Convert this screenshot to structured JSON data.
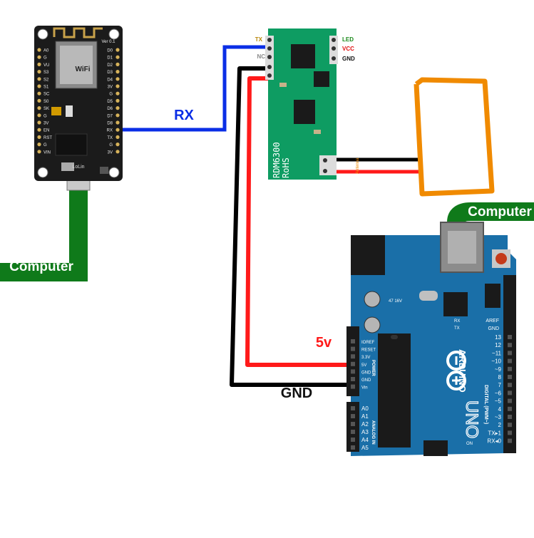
{
  "labels": {
    "rx": "RX",
    "gnd": "GND",
    "v5": "5v",
    "computer_left": "Computer",
    "computer_right": "Computer"
  },
  "rdm6300": {
    "name": "RDM6300",
    "rohs": "RoHS",
    "antenna": "Antenna",
    "pins_left": [
      "TX",
      "RX",
      "NC",
      "",
      ""
    ],
    "pins_right": [
      "LED",
      "VCC",
      "GND"
    ]
  },
  "nodemcu": {
    "version": "Ver 0.1",
    "wifi": "WiFi",
    "brand": "LoLin",
    "pins_left": [
      "A0",
      "G",
      "VU",
      "S3",
      "S2",
      "S1",
      "SC",
      "S0",
      "SK",
      "G",
      "3V",
      "EN",
      "RST",
      "G",
      "VIN"
    ],
    "pins_right": [
      "D0",
      "D1",
      "D2",
      "D3",
      "D4",
      "3V",
      "G",
      "D5",
      "D6",
      "D7",
      "D8",
      "RX",
      "TX",
      "G",
      "3V"
    ]
  },
  "arduino": {
    "name": "ARDUINO",
    "model": "UNO",
    "power_header": "POWER",
    "analog_header": "ANALOG IN",
    "digital_header": "DIGITAL (PWM~)",
    "aref": "AREF",
    "gnd": "GND",
    "on": "ON",
    "rx": "RX",
    "tx": "TX",
    "cap_label": "47 16V",
    "power_pins": [
      "IOREF",
      "RESET",
      "3.3V",
      "5V",
      "GND",
      "GND",
      "Vin"
    ],
    "analog_pins": [
      "A0",
      "A1",
      "A2",
      "A3",
      "A4",
      "A5"
    ],
    "digital_pins": [
      "13",
      "12",
      "~11",
      "~10",
      "~9",
      "8",
      "7",
      "~6",
      "~5",
      "4",
      "~3",
      "2",
      "TX▸1",
      "RX◂0"
    ]
  },
  "colors": {
    "blue_wire": "#0a2ee6",
    "red_wire": "#ff1a1a",
    "black_wire": "#000000",
    "green_cable": "#0f7a1a",
    "orange_coil": "#f08a00",
    "rdm_board": "#0e9c62",
    "arduino_board": "#1a6fa8",
    "nodemcu_board": "#1b1b1b"
  }
}
